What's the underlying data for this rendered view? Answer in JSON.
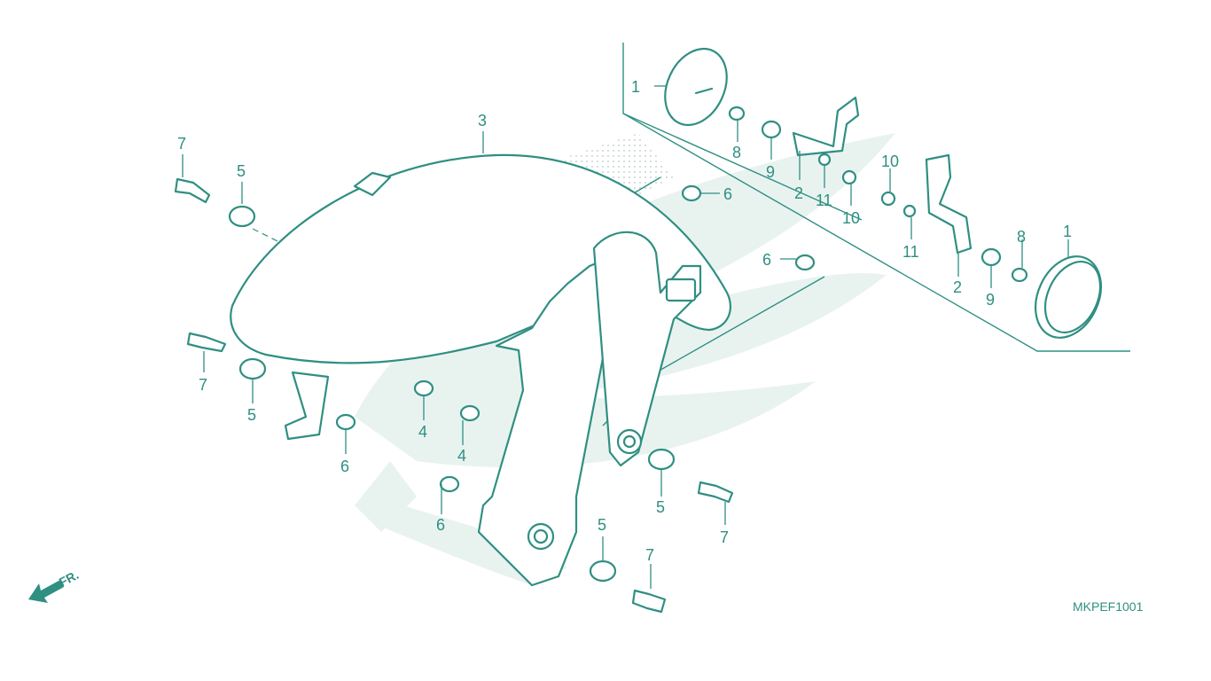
{
  "callouts": [
    {
      "num": "1"
    },
    {
      "num": "1"
    },
    {
      "num": "2"
    },
    {
      "num": "2"
    },
    {
      "num": "3"
    },
    {
      "num": "4"
    },
    {
      "num": "4"
    },
    {
      "num": "5"
    },
    {
      "num": "5"
    },
    {
      "num": "5"
    },
    {
      "num": "5"
    },
    {
      "num": "6"
    },
    {
      "num": "6"
    },
    {
      "num": "6"
    },
    {
      "num": "6"
    },
    {
      "num": "7"
    },
    {
      "num": "7"
    },
    {
      "num": "7"
    },
    {
      "num": "7"
    },
    {
      "num": "8"
    },
    {
      "num": "8"
    },
    {
      "num": "9"
    },
    {
      "num": "9"
    },
    {
      "num": "10"
    },
    {
      "num": "10"
    },
    {
      "num": "11"
    },
    {
      "num": "11"
    }
  ],
  "diagram_code": "MKPEF1001",
  "direction_label": "FR.",
  "colors": {
    "line": "#2f8f82",
    "watermark": "#e8f3f0",
    "background": "#ffffff"
  }
}
